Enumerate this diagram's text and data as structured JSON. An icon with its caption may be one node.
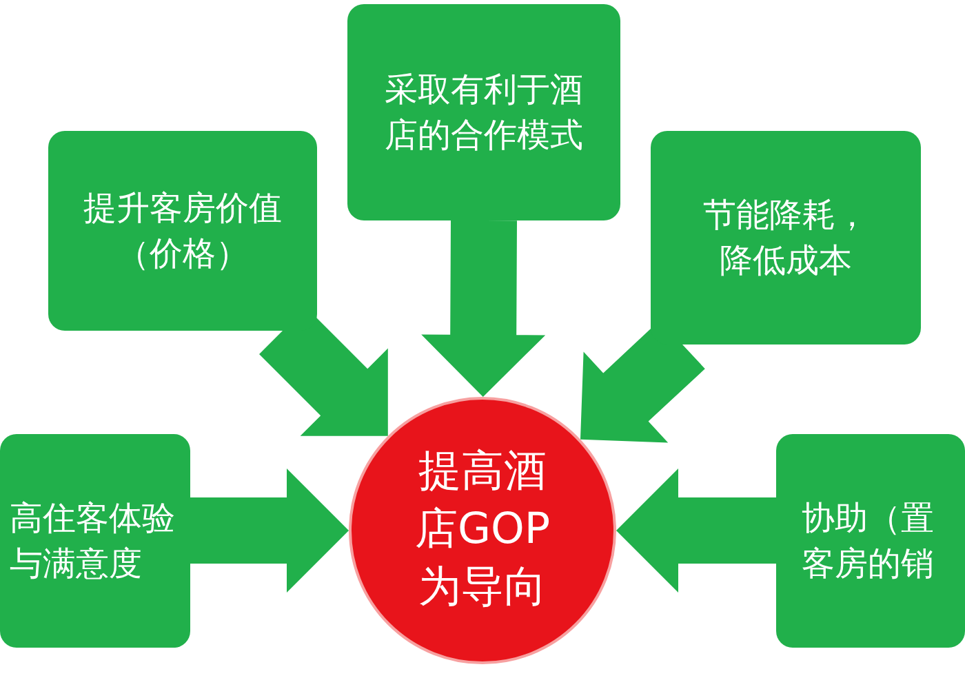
{
  "diagram": {
    "nodes": [
      {
        "text": [
          "提升客房价值（价格）"
        ]
      },
      {
        "text": [
          "采取有利于酒店的合作模式"
        ]
      },
      {
        "text": [
          "节能降耗，降低成本"
        ]
      },
      {
        "text": [
          "高住客体验与满意度"
        ]
      },
      {
        "text": [
          "提高酒店GOP为导向"
        ]
      },
      {
        "text": [
          "协助（置客房的销"
        ]
      }
    ],
    "edges": [
      {
        "from": 0,
        "to": 4,
        "arrow": "to"
      },
      {
        "from": 1,
        "to": 4,
        "arrow": "to"
      },
      {
        "from": 2,
        "to": 4,
        "arrow": "to"
      },
      {
        "from": 3,
        "to": 4,
        "arrow": "to"
      },
      {
        "from": 5,
        "to": 4,
        "arrow": "to"
      }
    ]
  }
}
